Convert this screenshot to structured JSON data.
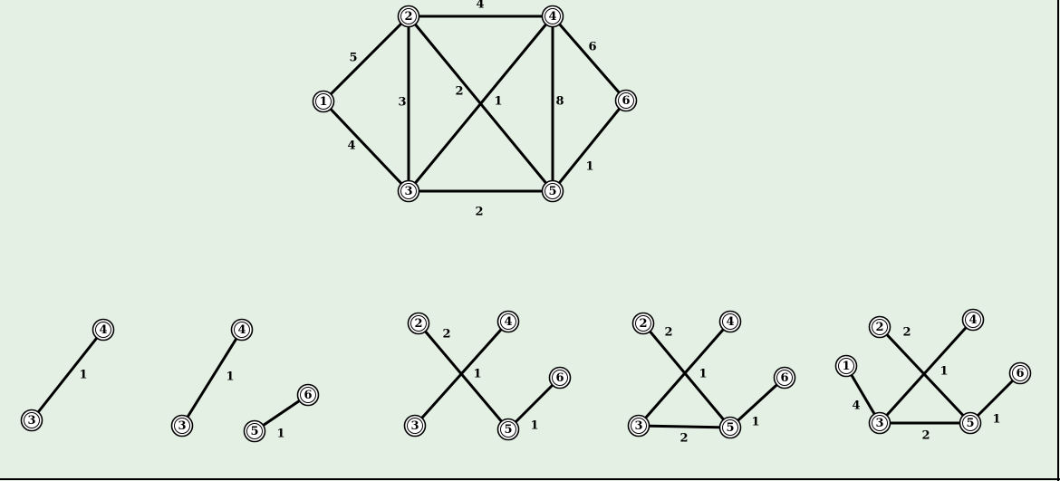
{
  "colors": {
    "background": "#e4f0e4",
    "ink": "#000000",
    "node_fill": "#ffffff"
  },
  "main_graph": {
    "nodes": [
      "1",
      "2",
      "3",
      "4",
      "5",
      "6"
    ],
    "edges": [
      {
        "from": "1",
        "to": "2",
        "weight": "5"
      },
      {
        "from": "1",
        "to": "3",
        "weight": "4"
      },
      {
        "from": "2",
        "to": "3",
        "weight": "3"
      },
      {
        "from": "2",
        "to": "4",
        "weight": "4"
      },
      {
        "from": "2",
        "to": "5",
        "weight": "2"
      },
      {
        "from": "3",
        "to": "4",
        "weight": "1"
      },
      {
        "from": "3",
        "to": "5",
        "weight": "2"
      },
      {
        "from": "4",
        "to": "5",
        "weight": "8"
      },
      {
        "from": "4",
        "to": "6",
        "weight": "6"
      },
      {
        "from": "5",
        "to": "6",
        "weight": "1"
      }
    ]
  },
  "steps": [
    {
      "nodes": [
        "3",
        "4"
      ],
      "edges": [
        {
          "from": "3",
          "to": "4",
          "weight": "1"
        }
      ]
    },
    {
      "nodes": [
        "3",
        "4",
        "5",
        "6"
      ],
      "edges": [
        {
          "from": "3",
          "to": "4",
          "weight": "1"
        },
        {
          "from": "5",
          "to": "6",
          "weight": "1"
        }
      ]
    },
    {
      "nodes": [
        "2",
        "3",
        "4",
        "5",
        "6"
      ],
      "edges": [
        {
          "from": "2",
          "to": "5",
          "weight": "2"
        },
        {
          "from": "3",
          "to": "4",
          "weight": "1"
        },
        {
          "from": "5",
          "to": "6",
          "weight": "1"
        }
      ]
    },
    {
      "nodes": [
        "2",
        "3",
        "4",
        "5",
        "6"
      ],
      "edges": [
        {
          "from": "2",
          "to": "5",
          "weight": "2"
        },
        {
          "from": "3",
          "to": "4",
          "weight": "1"
        },
        {
          "from": "3",
          "to": "5",
          "weight": "2"
        },
        {
          "from": "5",
          "to": "6",
          "weight": "1"
        }
      ]
    },
    {
      "nodes": [
        "1",
        "2",
        "3",
        "4",
        "5",
        "6"
      ],
      "edges": [
        {
          "from": "1",
          "to": "3",
          "weight": "4"
        },
        {
          "from": "2",
          "to": "5",
          "weight": "2"
        },
        {
          "from": "3",
          "to": "4",
          "weight": "1"
        },
        {
          "from": "3",
          "to": "5",
          "weight": "2"
        },
        {
          "from": "5",
          "to": "6",
          "weight": "1"
        }
      ]
    }
  ]
}
